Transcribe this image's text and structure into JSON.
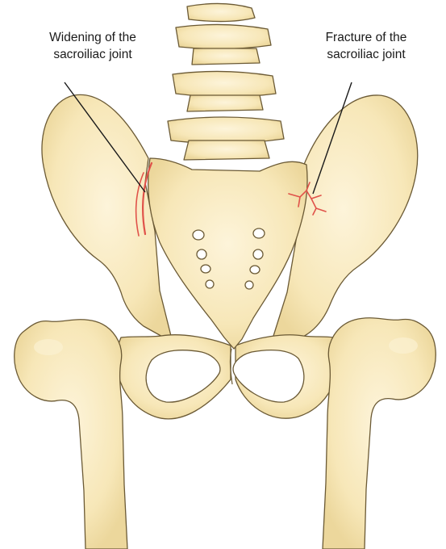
{
  "labels": {
    "widening": {
      "line1": "Widening of the",
      "line2": "sacroiliac joint"
    },
    "fracture": {
      "line1": "Fracture of the",
      "line2": "sacroiliac joint"
    }
  },
  "colors": {
    "bone_fill": "#f7e7b8",
    "bone_light": "#fbf1d2",
    "bone_shadow": "#e6cf8e",
    "bone_outline": "#6b5a35",
    "injury": "#e0524a",
    "leader_line": "#1a1a1a",
    "background": "#ffffff"
  }
}
